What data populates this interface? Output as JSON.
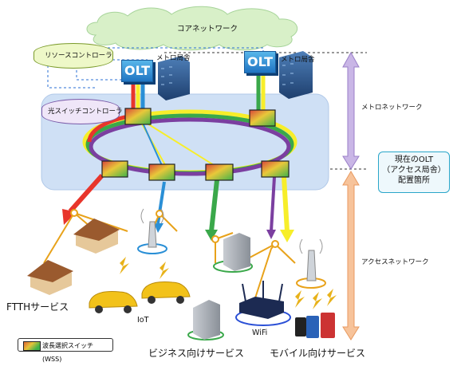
{
  "labels": {
    "core_network": "コアネットワーク",
    "resource_controller": "リソースコントローラ",
    "optical_switch_controller": "光スイッチコントローラ",
    "metro_office_1": "メトロ局舎",
    "metro_office_2": "メトロ局舎",
    "olt_1": "OLT",
    "olt_2": "OLT",
    "metro_network": "メトロネットワーク",
    "access_network": "アクセスネットワーク",
    "callout_line1": "現在のOLT",
    "callout_line2": "（アクセス局舎）",
    "callout_line3": "配置箇所",
    "ftth_service": "FTTHサービス",
    "iot": "IoT",
    "business_service": "ビジネス向けサービス",
    "wifi": "WiFi",
    "mobile_service": "モバイル向けサービス",
    "legend_wss": "波長選択スイッチ (WSS)"
  },
  "colors": {
    "red": "#e8352b",
    "yellow": "#f7ee2a",
    "green": "#3aa84a",
    "purple": "#7b3fa0",
    "blue": "#2a8fd6",
    "orange_line": "#e8a21a",
    "metro_panel": "#cfe0f5",
    "cloud": "#d8f0c8",
    "metro_arrow": "#c9b6e6",
    "access_arrow": "#f7c39a"
  },
  "icons": [
    "cloud-icon",
    "building-icon",
    "house-icon",
    "antenna-icon",
    "car-icon",
    "wifi-router-icon",
    "smartphone-icon",
    "lightning-icon"
  ]
}
